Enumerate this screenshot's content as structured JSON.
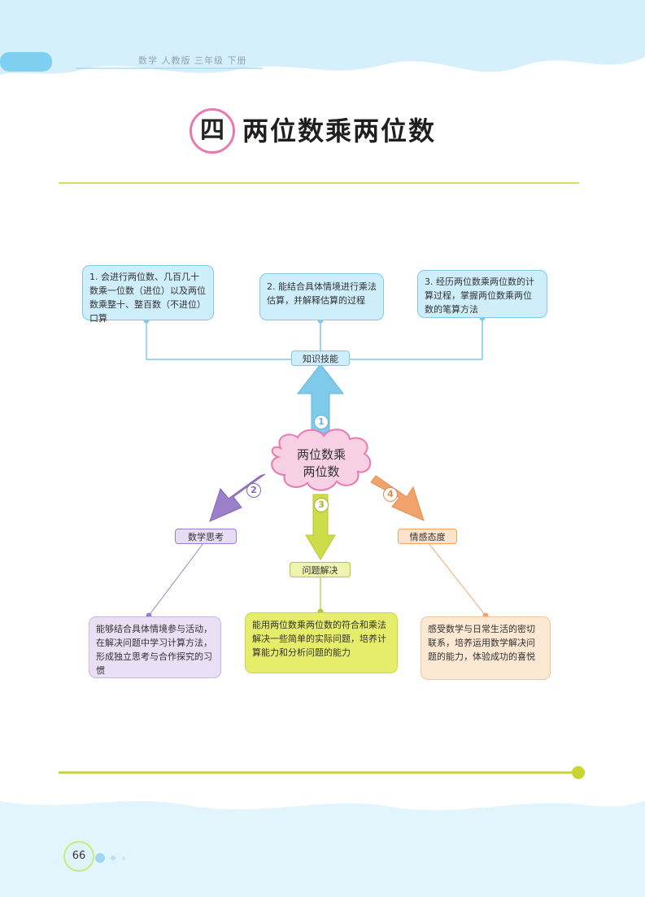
{
  "header": {
    "book_info": "数学 人教版 三年级 下册"
  },
  "title": {
    "number": "四",
    "text": "两位数乘两位数"
  },
  "center": {
    "line1": "两位数乘",
    "line2": "两位数"
  },
  "branches": {
    "knowledge": {
      "num": "1",
      "label": "知识技能",
      "items": [
        "1. 会进行两位数、几百几十数乘一位数（进位）以及两位数乘整十、整百数（不进位）口算",
        "2. 能结合具体情境进行乘法估算，并解释估算的过程",
        "3. 经历两位数乘两位数的计算过程，掌握两位数乘两位数的笔算方法"
      ]
    },
    "thinking": {
      "num": "2",
      "label": "数学思考",
      "text": "能够结合具体情境参与活动，在解决问题中学习计算方法，形成独立思考与合作探究的习惯"
    },
    "problem": {
      "num": "3",
      "label": "问题解决",
      "text": "能用两位数乘两位数的符合和乘法解决一些简单的实际问题，培养计算能力和分析问题的能力"
    },
    "attitude": {
      "num": "4",
      "label": "情感态度",
      "text": "感受数学与日常生活的密切联系，培养运用数学解决问题的能力，体验成功的喜悦"
    }
  },
  "footer": {
    "page_number": "66"
  },
  "colors": {
    "knowledge": "#7fc9ea",
    "thinking": "#9b7fc8",
    "problem": "#c9d83a",
    "attitude": "#f2a36b",
    "rule": "#c8d530"
  }
}
